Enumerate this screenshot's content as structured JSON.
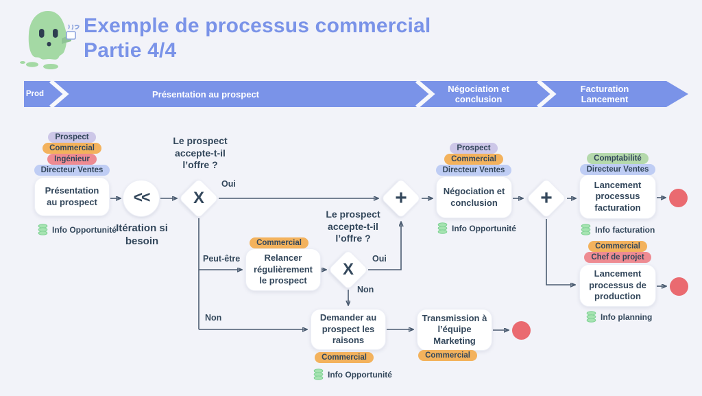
{
  "palette": {
    "background": "#f2f3f9",
    "blue": "#7a93e8",
    "text_dark": "#33475b",
    "line": "#4a5b70",
    "node_fill": "#ffffff",
    "end_event_red": "#ea6a70",
    "db_green": "#a6e3b1",
    "db_green_stroke": "#7fd294",
    "mascot_green": "#a4d9a4",
    "mascot_ink": "#8ea5de"
  },
  "header": {
    "title_line1": "Exemple de processus commercial",
    "title_line2": "Partie 4/4"
  },
  "band": {
    "lane": "Prod",
    "stage1": "Présentation au prospect",
    "stage2": "Négociation et conclusion",
    "stage3": "Facturation Lancement"
  },
  "boxes": {
    "presentation": "Présentation au prospect",
    "relancer": "Relancer régulièrement le prospect",
    "demander": "Demander au prospect les raisons",
    "transmission": "Transmission à l’équipe Marketing",
    "negociation": "Négociation et conclusion",
    "facturation": "Lancement processus facturation",
    "production": "Lancement processus de production"
  },
  "gateways": {
    "iteration_symbol": "<<",
    "iteration_caption": "Itération si besoin",
    "x1": "X",
    "x2": "X",
    "plus1": "+",
    "plus2": "+"
  },
  "questions": {
    "q1": "Le prospect accepte-t-il l’offre ?",
    "q2": "Le prospect accepte-t-il l’offre ?"
  },
  "branches": {
    "oui1": "Oui",
    "peut_etre": "Peut-être",
    "non1": "Non",
    "oui2": "Oui",
    "non2": "Non"
  },
  "tag_groups": {
    "presentation": [
      {
        "label": "Prospect",
        "color": "#cdc7e8"
      },
      {
        "label": "Commercial",
        "color": "#f3b25d"
      },
      {
        "label": "Ingénieur",
        "color": "#ee8b92"
      },
      {
        "label": "Directeur Ventes",
        "color": "#bfcdf4"
      }
    ],
    "relancer": [
      {
        "label": "Commercial",
        "color": "#f3b25d"
      }
    ],
    "demander": [
      {
        "label": "Commercial",
        "color": "#f3b25d"
      }
    ],
    "transmission": [
      {
        "label": "Commercial",
        "color": "#f3b25d"
      }
    ],
    "negociation": [
      {
        "label": "Prospect",
        "color": "#cdc7e8"
      },
      {
        "label": "Commercial",
        "color": "#f3b25d"
      },
      {
        "label": "Directeur Ventes",
        "color": "#bfcdf4"
      }
    ],
    "facturation": [
      {
        "label": "Comptabilité",
        "color": "#b5d9ac"
      },
      {
        "label": "Directeur Ventes",
        "color": "#bfcdf4"
      }
    ],
    "production": [
      {
        "label": "Commercial",
        "color": "#f3b25d"
      },
      {
        "label": "Chef de projet",
        "color": "#ee8b92"
      }
    ]
  },
  "infos": {
    "presentation": "Info Opportunité",
    "negociation": "Info Opportunité",
    "demander": "Info Opportunité",
    "facturation": "Info facturation",
    "production": "Info planning"
  }
}
